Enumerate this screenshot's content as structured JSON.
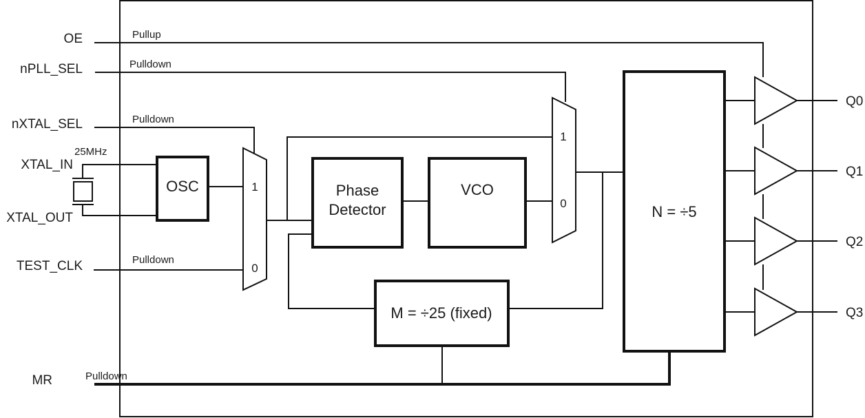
{
  "diagram": {
    "type": "block-diagram",
    "description": "Clock generator block diagram with crystal oscillator, PLL and output buffers",
    "inputs": [
      {
        "id": "oe",
        "label": "OE",
        "bias": "Pullup"
      },
      {
        "id": "npll_sel",
        "label": "nPLL_SEL",
        "bias": "Pulldown"
      },
      {
        "id": "nxtal_sel",
        "label": "nXTAL_SEL",
        "bias": "Pulldown"
      },
      {
        "id": "xtal_in",
        "label": "XTAL_IN"
      },
      {
        "id": "xtal_out",
        "label": "XTAL_OUT"
      },
      {
        "id": "test_clk",
        "label": "TEST_CLK",
        "bias": "Pulldown"
      },
      {
        "id": "mr",
        "label": "MR",
        "bias": "Pulldown"
      }
    ],
    "crystal": {
      "label": "25MHz"
    },
    "blocks": {
      "osc": "OSC",
      "phase_detector_line1": "Phase",
      "phase_detector_line2": "Detector",
      "vco": "VCO",
      "m_divider": "M = ÷25 (fixed)",
      "n_divider": "N = ÷5"
    },
    "muxes": [
      {
        "id": "input_mux",
        "inputs": [
          "1",
          "0"
        ],
        "select": "nXTAL_SEL"
      },
      {
        "id": "pll_bypass_mux",
        "inputs": [
          "1",
          "0"
        ],
        "select": "nPLL_SEL"
      }
    ],
    "outputs": [
      {
        "id": "q0",
        "label": "Q0"
      },
      {
        "id": "q1",
        "label": "Q1"
      },
      {
        "id": "q2",
        "label": "Q2"
      },
      {
        "id": "q3",
        "label": "Q3"
      }
    ],
    "connections": [
      [
        "XTAL_IN",
        "OSC"
      ],
      [
        "XTAL_OUT",
        "OSC"
      ],
      [
        "OSC",
        "input_mux.1"
      ],
      [
        "TEST_CLK",
        "input_mux.0"
      ],
      [
        "nXTAL_SEL",
        "input_mux.sel"
      ],
      [
        "input_mux.out",
        "Phase Detector"
      ],
      [
        "input_mux.out",
        "pll_bypass_mux.1"
      ],
      [
        "Phase Detector",
        "VCO"
      ],
      [
        "VCO",
        "pll_bypass_mux.0"
      ],
      [
        "nPLL_SEL",
        "pll_bypass_mux.sel"
      ],
      [
        "pll_bypass_mux.out",
        "N = ÷5"
      ],
      [
        "pll_bypass_mux.out",
        "M = ÷25 (fixed)"
      ],
      [
        "M = ÷25 (fixed)",
        "Phase Detector"
      ],
      [
        "N = ÷5",
        "Q0"
      ],
      [
        "N = ÷5",
        "Q1"
      ],
      [
        "N = ÷5",
        "Q2"
      ],
      [
        "N = ÷5",
        "Q3"
      ],
      [
        "OE",
        "output_buffers.enable"
      ],
      [
        "MR",
        "M = ÷25 (fixed)"
      ],
      [
        "MR",
        "N = ÷5"
      ]
    ]
  }
}
